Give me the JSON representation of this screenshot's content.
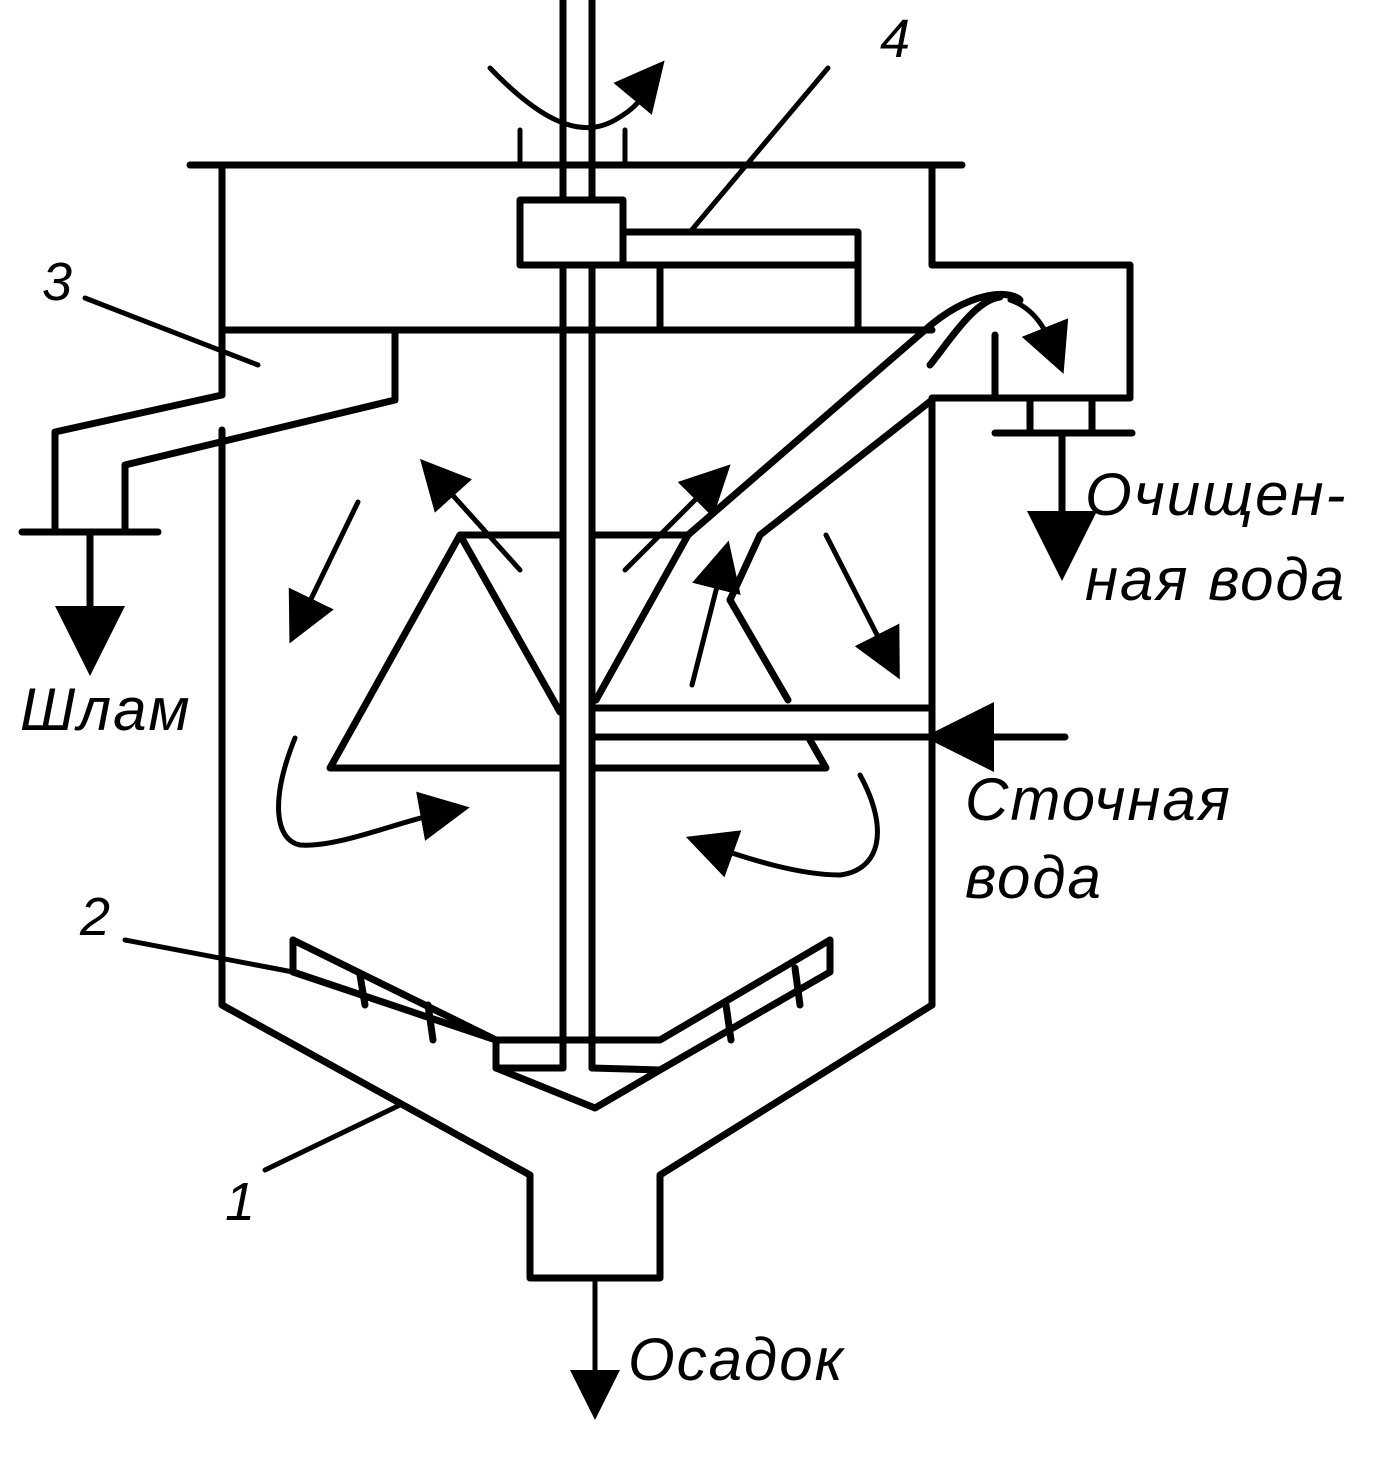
{
  "labels": {
    "sludge": "Шлам",
    "clean_water_line1": "Очищен-",
    "clean_water_line2": "ная вода",
    "waste_water_line1": "Сточная",
    "waste_water_line2": "вода",
    "sediment": "Осадок"
  },
  "numbers": {
    "n1": "1",
    "n2": "2",
    "n3": "3",
    "n4": "4"
  }
}
